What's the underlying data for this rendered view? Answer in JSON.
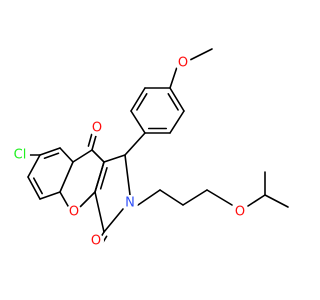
{
  "molecule": {
    "atom_labels": {
      "oxygen_methoxy": "O",
      "oxygen_ketone": "O",
      "oxygen_lactam": "O",
      "oxygen_ring": "O",
      "oxygen_ether": "O",
      "nitrogen": "N",
      "chlorine": "Cl"
    },
    "colors": {
      "bond": "#000000",
      "oxygen": "#ff0d0d",
      "nitrogen": "#3050f8",
      "chlorine": "#1ff01f"
    }
  }
}
